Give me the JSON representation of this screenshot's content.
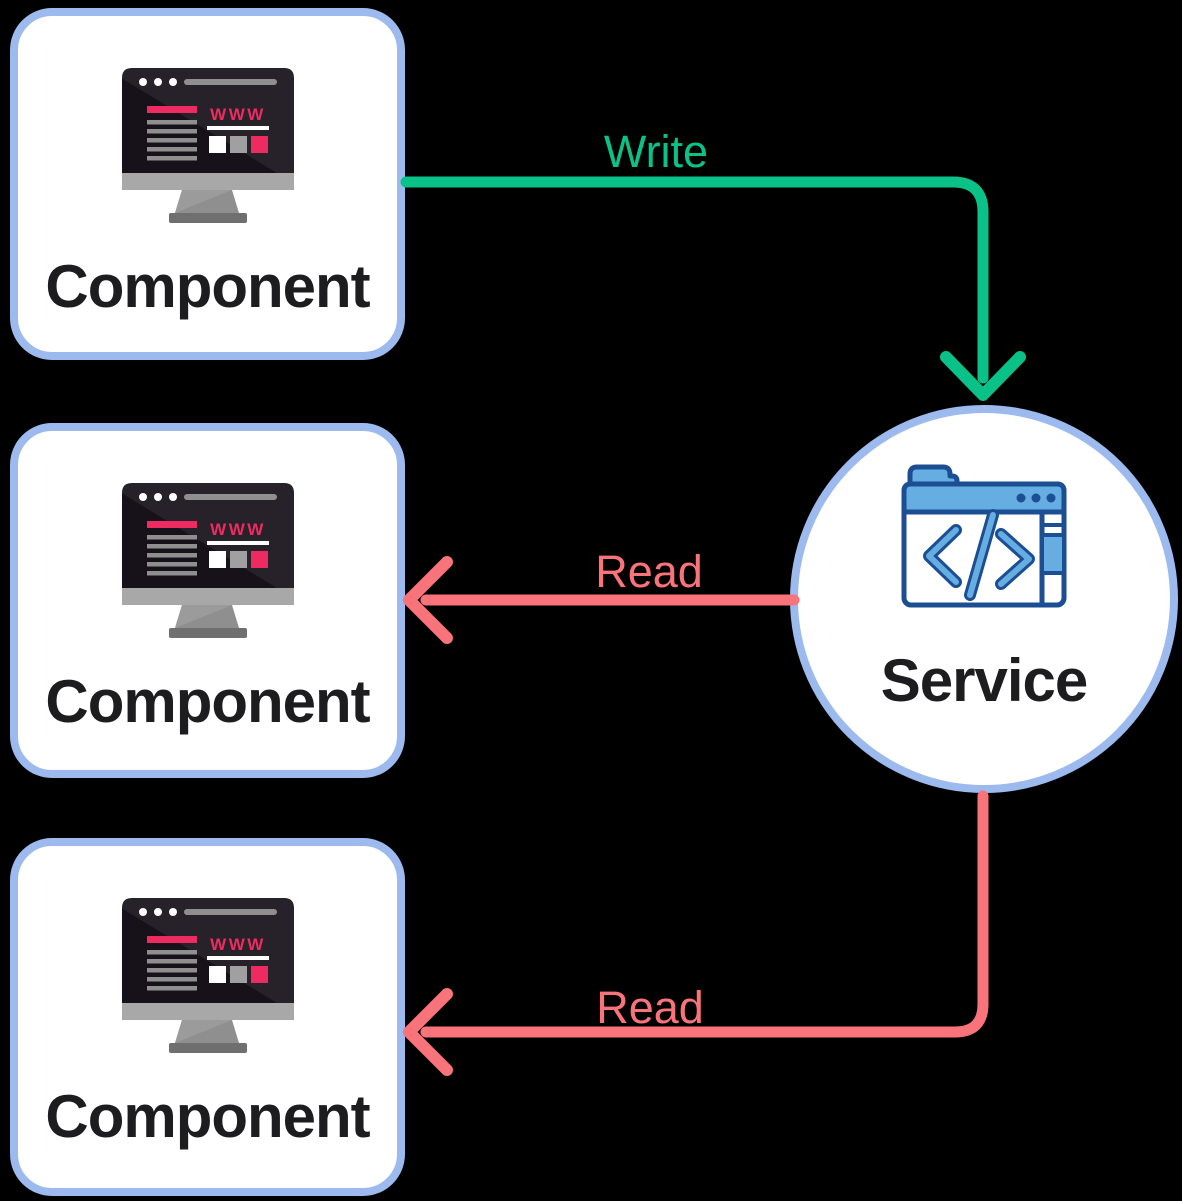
{
  "colors": {
    "background": "#000000",
    "node_border": "#9cbaed",
    "node_fill": "#ffffff",
    "label_text": "#1d1d1f",
    "write_arrow": "#0ac287",
    "read_arrow": "#f9747a",
    "icon_pink": "#ee2b60",
    "icon_screen_dark": "#17111a",
    "icon_gray": "#8f8f8f",
    "service_icon_blue": "#66ade2",
    "service_icon_navy": "#1b4e93"
  },
  "nodes": {
    "component_top": {
      "label": "Component"
    },
    "component_middle": {
      "label": "Component"
    },
    "component_bottom": {
      "label": "Component"
    },
    "service": {
      "label": "Service"
    }
  },
  "edges": [
    {
      "id": "write",
      "label": "Write",
      "from": "component_top",
      "to": "service",
      "color": "#0ac287"
    },
    {
      "id": "read_middle",
      "label": "Read",
      "from": "service",
      "to": "component_middle",
      "color": "#f9747a"
    },
    {
      "id": "read_bottom",
      "label": "Read",
      "from": "service",
      "to": "component_bottom",
      "color": "#f9747a"
    }
  ],
  "icons": {
    "component": {
      "name": "monitor-browser-icon",
      "browser_text": "WWW"
    },
    "service": {
      "name": "code-window-icon"
    }
  }
}
